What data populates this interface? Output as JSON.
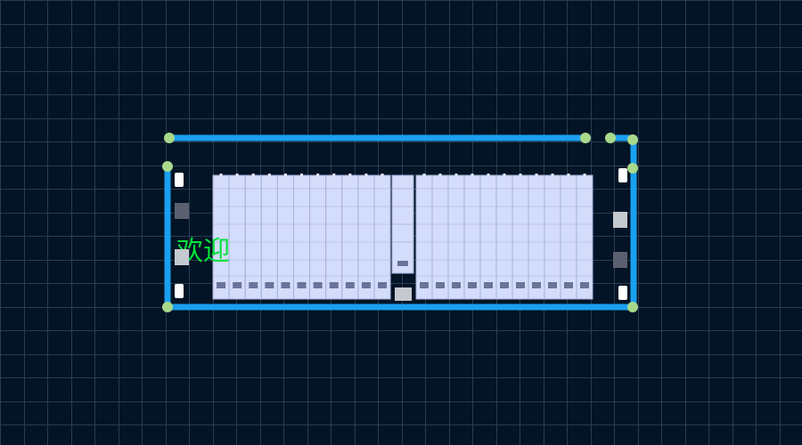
{
  "canvas": {
    "background": "#021425",
    "grid_color": "#2a3c52"
  },
  "colors": {
    "wall": "#1aa0f0",
    "vertex": "#a9d98b",
    "cabinet_fill": "#d4dcfb",
    "cabinet_stroke": "#a6afda",
    "cabinet_slot": "#6a749a",
    "door": "#ffffff",
    "device_light": "#c5c9d0",
    "device_dark": "#5b6070",
    "marquee_text": "#00e23a"
  },
  "marquee": {
    "text": "欢迎"
  },
  "rack_groups": {
    "left_count": 11,
    "right_count": 11,
    "center_count": 1
  }
}
